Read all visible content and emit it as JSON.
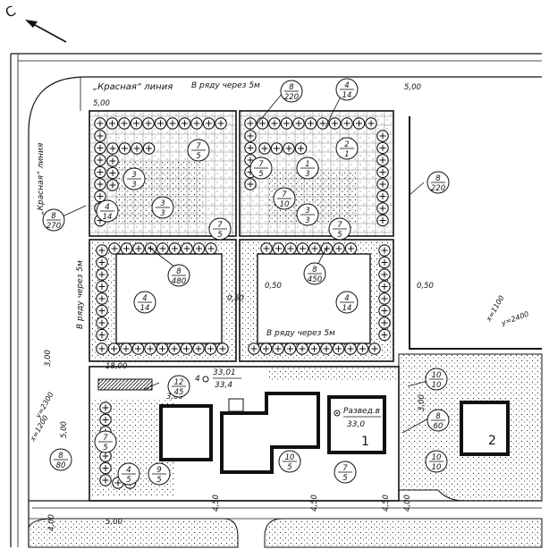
{
  "north_label": "С",
  "labels": {
    "red_line_top": "„Красная“ линия",
    "red_line_side": "„Красная“ линия",
    "row_top": "В ряду через 5м",
    "row_left": "В ряду через 5м",
    "row_bottom": "В ряду через 5м",
    "intersection": "Развед.в",
    "intersection_level": "33,0",
    "building_1": "1",
    "building_2": "2",
    "elev_num": "33,01",
    "elev_den": "33,4",
    "elev_prefix": "4",
    "coord_x_right": "x=1100",
    "coord_y_right": "y=2400",
    "coord_y_left": "y=2300",
    "coord_x_left": "x=1200"
  },
  "dimensions": [
    "5,00",
    "5,00",
    "0,50",
    "0,50",
    "0,50",
    "18,00",
    "3,00",
    "3,00",
    "3,00",
    "5,00",
    "4,00",
    "5,00",
    "4,50",
    "4,50",
    "4,50",
    "4,00"
  ],
  "fractions": [
    {
      "n": "8",
      "d": "220"
    },
    {
      "n": "4",
      "d": "14"
    },
    {
      "n": "7",
      "d": "5"
    },
    {
      "n": "2",
      "d": "1"
    },
    {
      "n": "3",
      "d": "3"
    },
    {
      "n": "7",
      "d": "5"
    },
    {
      "n": "1",
      "d": "3"
    },
    {
      "n": "3",
      "d": "3"
    },
    {
      "n": "7",
      "d": "10"
    },
    {
      "n": "8",
      "d": "270"
    },
    {
      "n": "4",
      "d": "14"
    },
    {
      "n": "7",
      "d": "5"
    },
    {
      "n": "3",
      "d": "3"
    },
    {
      "n": "7",
      "d": "5"
    },
    {
      "n": "8",
      "d": "220"
    },
    {
      "n": "8",
      "d": "480"
    },
    {
      "n": "8",
      "d": "450"
    },
    {
      "n": "4",
      "d": "14"
    },
    {
      "n": "4",
      "d": "14"
    },
    {
      "n": "12",
      "d": "45"
    },
    {
      "n": "10",
      "d": "10"
    },
    {
      "n": "8",
      "d": "60"
    },
    {
      "n": "10",
      "d": "10"
    },
    {
      "n": "7",
      "d": "5"
    },
    {
      "n": "8",
      "d": "80"
    },
    {
      "n": "4",
      "d": "5"
    },
    {
      "n": "9",
      "d": "5"
    },
    {
      "n": "10",
      "d": "5"
    },
    {
      "n": "7",
      "d": "5"
    }
  ]
}
